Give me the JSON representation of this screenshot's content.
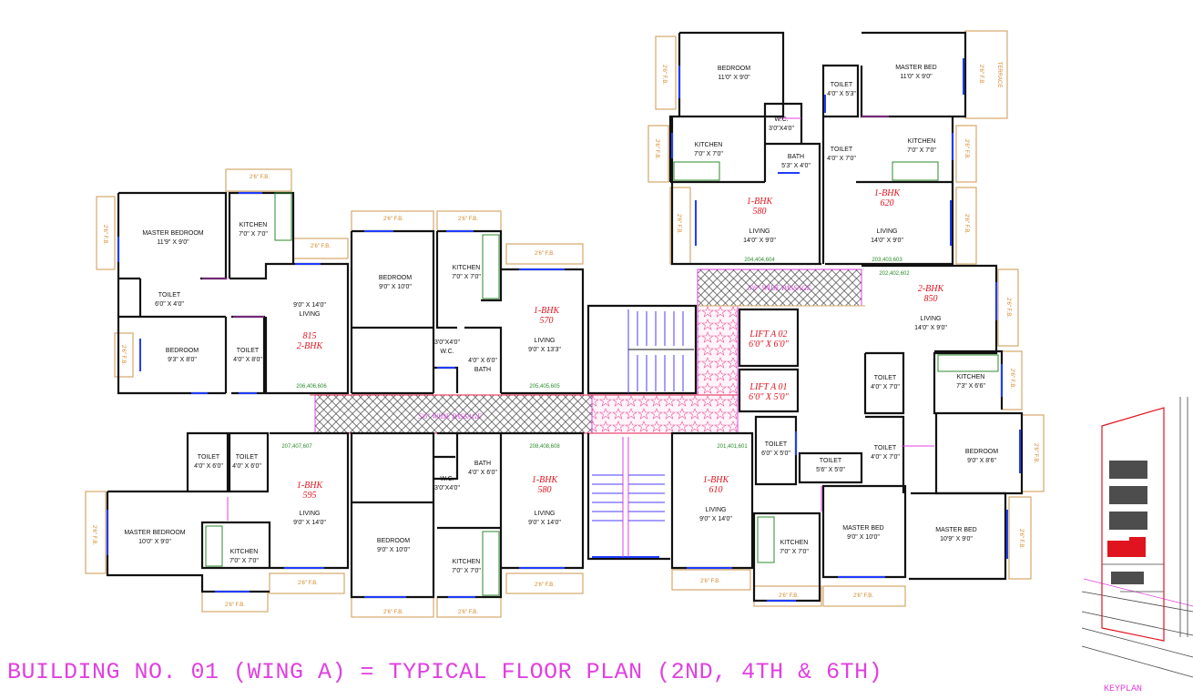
{
  "title": "BUILDING NO. 01 (WING A) =  TYPICAL FLOOR PLAN (2ND, 4TH & 6TH)",
  "keyplan_label": "KEYPLAN",
  "colors": {
    "wall": "#111111",
    "window": "#1f3cff",
    "balcony": "#d4a86a",
    "passage": "#e040e0",
    "lift": "#e0141e",
    "note": "#2c8a2c"
  },
  "rooms": {
    "r1": [
      "MASTER BEDROOM",
      "11'9\" X 9'0\""
    ],
    "r2": [
      "KITCHEN",
      "7'0\" X 7'0\""
    ],
    "r3": [
      "TOILET",
      "6'0\" X 4'0\""
    ],
    "r4": [
      "BEDROOM",
      "9'3\" X 8'0\""
    ],
    "r5": [
      "TOILET",
      "4'0\" X 8'0\""
    ],
    "r6": [
      "9'0\" X 14'0\"",
      "LIVING"
    ],
    "r7": [
      "BEDROOM",
      "9'0\" X 10'0\""
    ],
    "r8": [
      "KITCHEN",
      "7'0\" X 7'0\""
    ],
    "r9": [
      "3'0\"X4'0\"",
      "W.C."
    ],
    "r10": [
      "4'0\" X 6'0\"",
      "BATH"
    ],
    "r11": [
      "LIVING",
      "9'0\" X 13'3\""
    ],
    "r12": [
      "BEDROOM",
      "11'0\" X 9'0\""
    ],
    "r13": [
      "W.C.",
      "3'0\"X4'0\""
    ],
    "r14": [
      "KITCHEN",
      "7'0\" X 7'0\""
    ],
    "r15": [
      "BATH",
      "5'3\" X 4'0\""
    ],
    "r16": [
      "LIVING",
      "14'0\" X 9'0\""
    ],
    "r17": [
      "TOILET",
      "4'0\" X 5'3\""
    ],
    "r18": [
      "MASTER BED",
      "11'0\" X 9'0\""
    ],
    "r19": [
      "TOILET",
      "4'0\" X 7'0\""
    ],
    "r20": [
      "KITCHEN",
      "7'0\" X 7'0\""
    ],
    "r21": [
      "LIVING",
      "14'0\" X 9'0\""
    ],
    "r22": [
      "LIVING",
      "14'0\" X 9'0\""
    ],
    "r23": [
      "TOILET",
      "4'0\" X 7'0\""
    ],
    "r24": [
      "KITCHEN",
      "7'3\" X 6'6\""
    ],
    "r25": [
      "TOILET",
      "4'0\" X 7'0\""
    ],
    "r26": [
      "BEDROOM",
      "9'0\" X 8'6\""
    ],
    "r27": [
      "TOILET",
      "4'0\" X 6'0\""
    ],
    "r28": [
      "TOILET",
      "4'0\" X 6'0\""
    ],
    "r29": [
      "MASTER BEDROOM",
      "10'0\" X 9'0\""
    ],
    "r30": [
      "KITCHEN",
      "7'0\" X 7'0\""
    ],
    "r31": [
      "LIVING",
      "9'0\" X 14'0\""
    ],
    "r32": [
      "W.C.",
      "3'0\"X4'0\""
    ],
    "r33": [
      "BATH",
      "4'0\" X 6'0\""
    ],
    "r34": [
      "BEDROOM",
      "9'0\" X 10'0\""
    ],
    "r35": [
      "KITCHEN",
      "7'0\" X 7'0\""
    ],
    "r36": [
      "LIVING",
      "9'0\" X 14'0\""
    ],
    "r37": [
      "LIVING",
      "9'0\" X 14'0\""
    ],
    "r38": [
      "TOILET",
      "6'0\" X 5'0\""
    ],
    "r39": [
      "TOILET",
      "5'6\" X 5'0\""
    ],
    "r40": [
      "KITCHEN",
      "7'0\" X 7'0\""
    ],
    "r41": [
      "MASTER BED",
      "9'0\" X 10'0\""
    ],
    "r42": [
      "MASTER BED",
      "10'9\" X 9'0\""
    ]
  },
  "units": {
    "u1": [
      "815",
      "2-BHK"
    ],
    "u2": [
      "1-BHK",
      "570"
    ],
    "u3": [
      "1-BHK",
      "580"
    ],
    "u4": [
      "1-BHK",
      "620"
    ],
    "u5": [
      "2-BHK",
      "850"
    ],
    "u6": [
      "1-BHK",
      "595"
    ],
    "u7": [
      "1-BHK",
      "580"
    ],
    "u8": [
      "1-BHK",
      "610"
    ]
  },
  "lifts": {
    "l2": "LIFT A 02",
    "l2d": "6'0\" X 6'0\"",
    "l1": "LIFT A 01",
    "l1d": "6'0\" X 5'0\""
  },
  "passages": {
    "p_main": "5'6\" WIDE PASSAGE",
    "p_top": "5'6\" WIDE PASSAGE"
  },
  "notes": {
    "n1": "206,406,606",
    "n2": "205,405,605",
    "n3": "204,404,604",
    "n4": "203,403,603",
    "n5": "202,402,602",
    "n6": "207,407,607",
    "n7": "208,408,608",
    "n8": "201,401,601"
  },
  "fb": {
    "label": "2'6\" F.B.",
    "terrace": "TERRACE"
  }
}
